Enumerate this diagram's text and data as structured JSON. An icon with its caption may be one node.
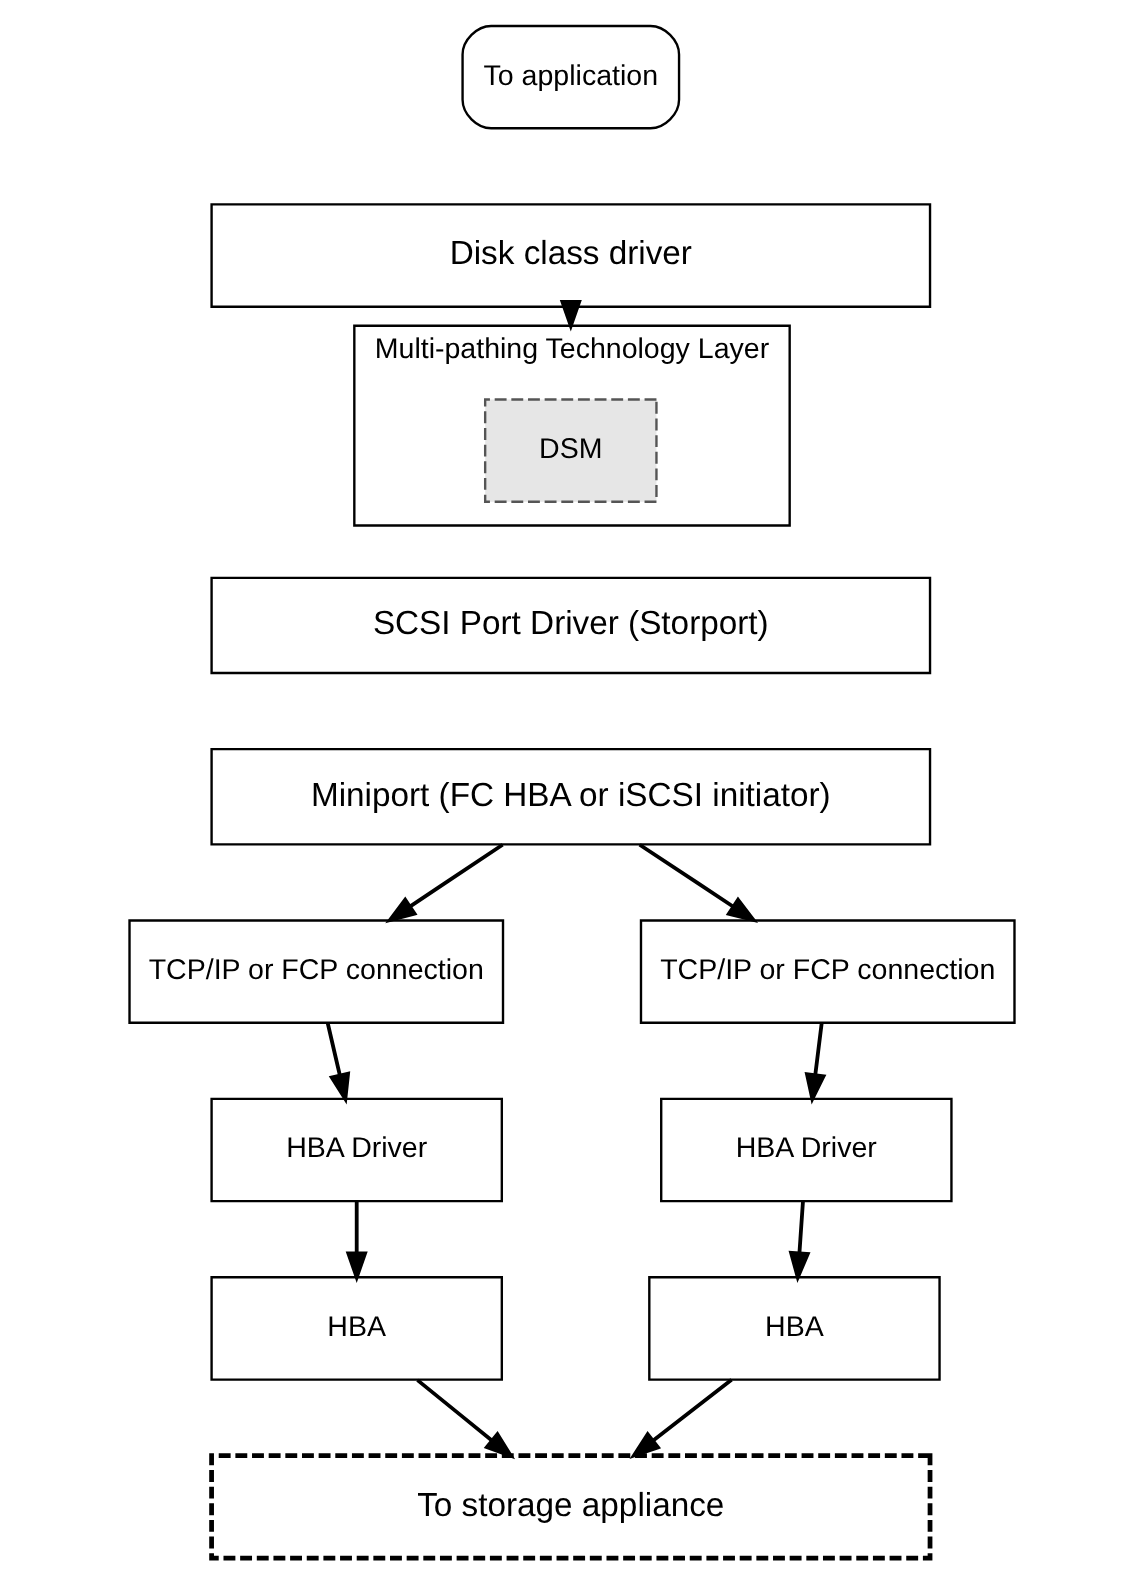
{
  "diagram": {
    "nodes": [
      {
        "text": [
          "To application"
        ]
      },
      {
        "text": [
          "Disk class driver"
        ]
      },
      {
        "text": [
          "Multi-pathing Technology Layer"
        ]
      },
      {
        "text": [
          "DSM"
        ],
        "in": 2
      },
      {
        "text": [
          "SCSI Port Driver (Storport)"
        ]
      },
      {
        "text": [
          "Miniport (FC HBA or iSCSI initiator)"
        ]
      },
      {
        "text": [
          "TCP/IP or FCP connection"
        ]
      },
      {
        "text": [
          "TCP/IP or FCP connection"
        ]
      },
      {
        "text": [
          "HBA Driver"
        ]
      },
      {
        "text": [
          "HBA Driver"
        ]
      },
      {
        "text": [
          "HBA"
        ]
      },
      {
        "text": [
          "HBA"
        ]
      },
      {
        "text": [
          "To storage appliance"
        ]
      }
    ],
    "edges": [
      {
        "from": 1,
        "to": 2,
        "arrow": "to"
      },
      {
        "from": 5,
        "to": 6,
        "arrow": "to"
      },
      {
        "from": 5,
        "to": 7,
        "arrow": "to"
      },
      {
        "from": 6,
        "to": 8,
        "arrow": "to"
      },
      {
        "from": 7,
        "to": 9,
        "arrow": "to"
      },
      {
        "from": 8,
        "to": 10,
        "arrow": "to"
      },
      {
        "from": 9,
        "to": 11,
        "arrow": "to"
      },
      {
        "from": 10,
        "to": 12,
        "arrow": "to"
      },
      {
        "from": 11,
        "to": 12,
        "arrow": "to"
      }
    ]
  }
}
